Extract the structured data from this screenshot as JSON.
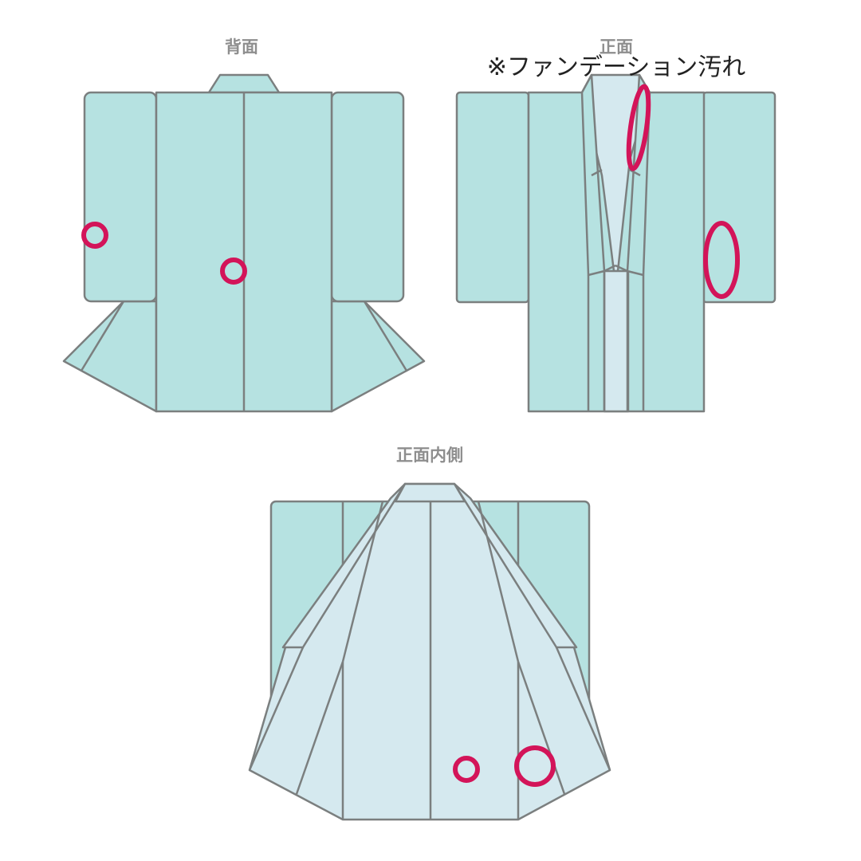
{
  "views": {
    "back": {
      "label": "背面"
    },
    "front": {
      "label": "正面"
    },
    "inside": {
      "label": "正面内側"
    }
  },
  "note": "※ファンデーション汚れ",
  "colors": {
    "fabric": "#b6e2e1",
    "lining": "#d5e9ef",
    "outline": "#7b7f7f",
    "marker": "#d31459",
    "label_gray": "#8e8e8e",
    "note_text": "#222222"
  }
}
